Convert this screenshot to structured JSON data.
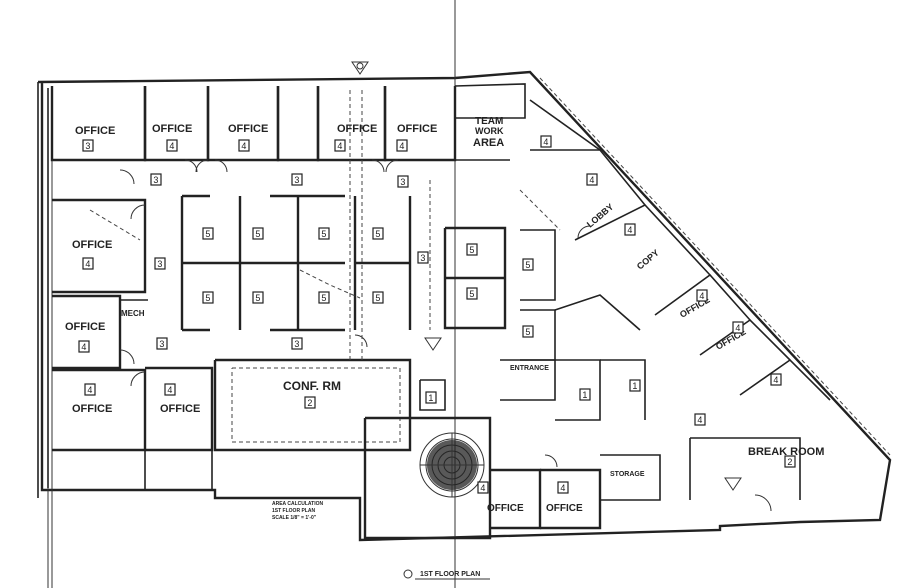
{
  "rooms": {
    "office": "OFFICE",
    "conf_rm": "CONF. RM",
    "team_work_area": [
      "TEAM",
      "WORK",
      "AREA"
    ],
    "entrance": "ENTRANCE",
    "break_room": "BREAK ROOM",
    "lobby": "LOBBY",
    "copy": "COPY",
    "mech": "MECH",
    "storage": "STORAGE"
  },
  "tags": {
    "t1": "1",
    "t2": "2",
    "t3": "3",
    "t4": "4",
    "t5": "5"
  },
  "drawing_title": "1ST FLOOR PLAN",
  "stamp_lines": [
    "AREA CALCULATION",
    "1ST FLOOR PLAN",
    "SCALE 1/8\" = 1'-0\""
  ]
}
